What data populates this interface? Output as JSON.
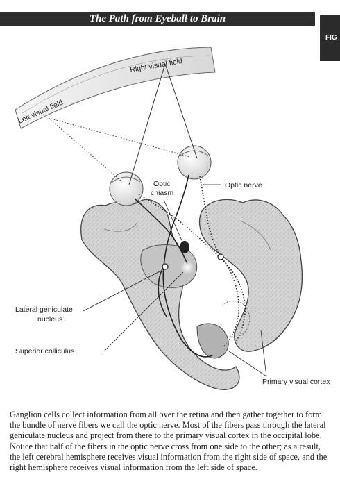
{
  "header": {
    "title": "The Path from Eyeball to Brain",
    "tab_label": "FIG"
  },
  "diagram": {
    "labels": {
      "right_visual_field": "Right visual field",
      "left_visual_field": "Left visual field",
      "optic_chiasm_1": "Optic",
      "optic_chiasm_2": "chiasm",
      "optic_nerve": "Optic nerve",
      "lgn_1": "Lateral geniculate",
      "lgn_2": "nucleus",
      "superior_colliculus": "Superior colliculus",
      "primary_visual_cortex": "Primary visual cortex"
    }
  },
  "caption": "Ganglion cells collect information from all over the retina and then gather together to form the bundle of nerve fibers we call the optic nerve. Most of the fibers pass through the lateral geniculate nucleus and project from there to the primary visual cortex in the occipital lobe. Notice that half of the fibers in the optic nerve cross from one side to the other; as a result, the left cerebral hemisphere receives visual information from the right side of space, and the right hemisphere receives visual information from the left side of space."
}
